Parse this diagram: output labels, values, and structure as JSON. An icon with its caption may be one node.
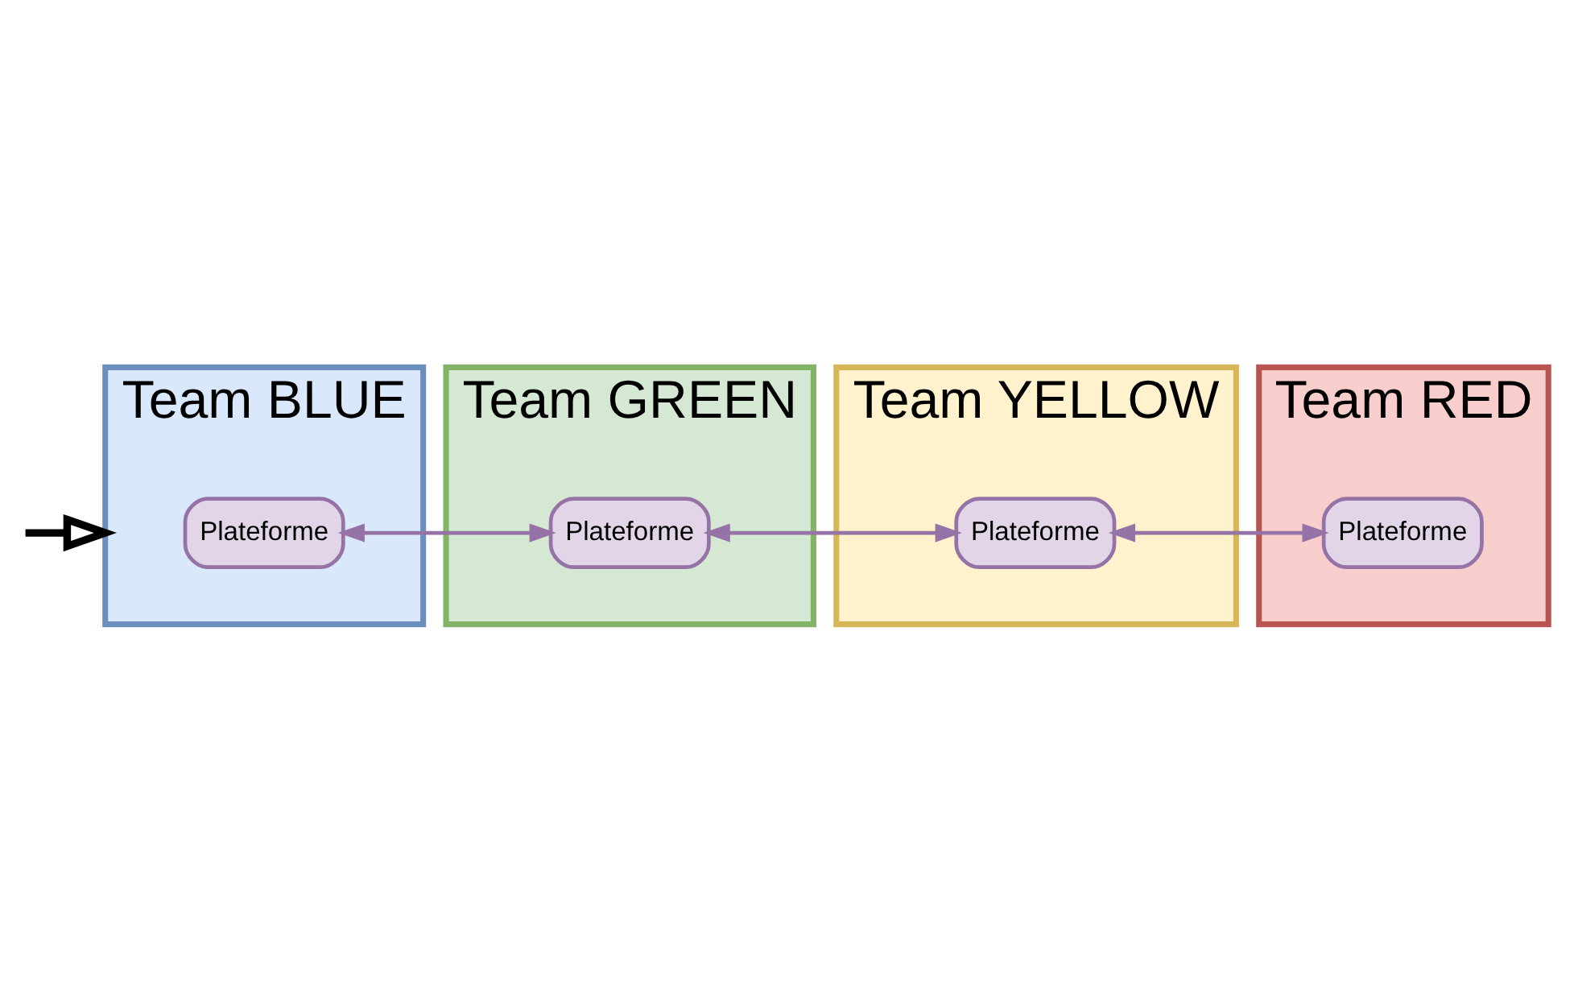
{
  "diagram": {
    "nodes": [
      {
        "text": [
          "Team BLUE"
        ]
      },
      {
        "text": [
          "Plateforme"
        ],
        "in": 0
      },
      {
        "text": [
          "Team GREEN"
        ]
      },
      {
        "text": [
          "Plateforme"
        ],
        "in": 2
      },
      {
        "text": [
          "Team YELLOW"
        ]
      },
      {
        "text": [
          "Plateforme"
        ],
        "in": 4
      },
      {
        "text": [
          "Team RED"
        ]
      },
      {
        "text": [
          "Plateforme"
        ],
        "in": 6
      }
    ],
    "edges": [
      {
        "from": null,
        "to": 0,
        "arrow": "to",
        "color": "#000000",
        "style": "thick"
      },
      {
        "from": 1,
        "to": 3,
        "arrow": "both"
      },
      {
        "from": 3,
        "to": 5,
        "arrow": "both"
      },
      {
        "from": 5,
        "to": 7,
        "arrow": "both"
      }
    ]
  }
}
